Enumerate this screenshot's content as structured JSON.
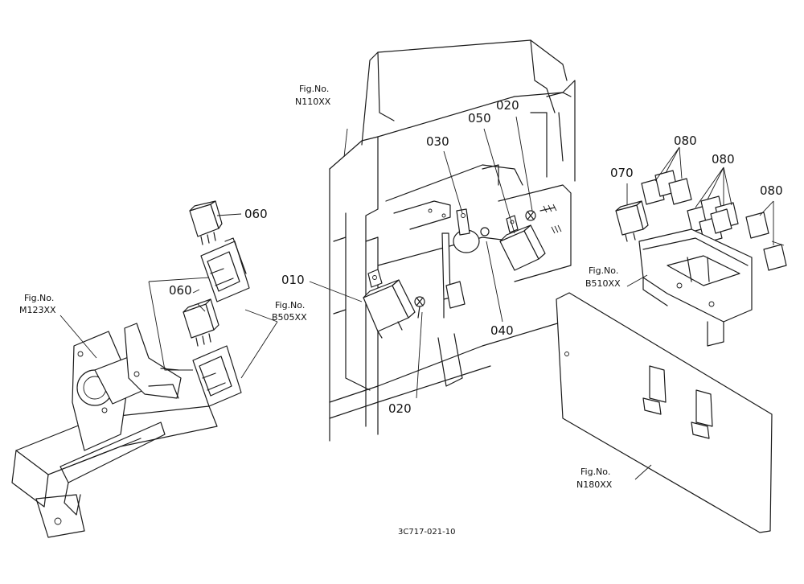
{
  "part_labels": {
    "p060a": "060",
    "p060b": "060",
    "p010": "010",
    "p030": "030",
    "p050": "050",
    "p020a": "020",
    "p020b": "020",
    "p040": "040",
    "p070": "070",
    "p080a": "080",
    "p080b": "080",
    "p080c": "080"
  },
  "fig_refs": {
    "m123": {
      "line1": "Fig.No.",
      "line2": "M123XX"
    },
    "b505": {
      "line1": "Fig.No.",
      "line2": "B505XX"
    },
    "n110": {
      "line1": "Fig.No.",
      "line2": "N110XX"
    },
    "b510": {
      "line1": "Fig.No.",
      "line2": "B510XX"
    },
    "n180": {
      "line1": "Fig.No.",
      "line2": "N180XX"
    }
  },
  "drawing_code": "3C717-021-10"
}
